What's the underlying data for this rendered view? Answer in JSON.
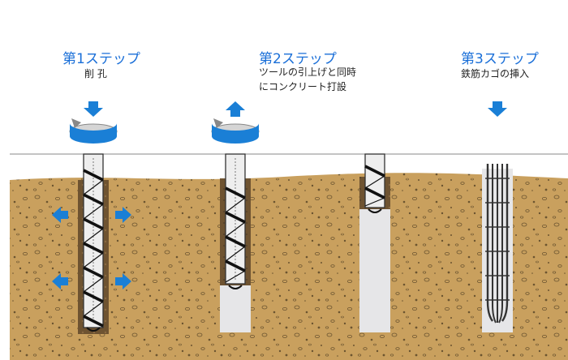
{
  "steps": [
    {
      "title": "第1ステップ",
      "description": [
        "削 孔"
      ]
    },
    {
      "title": "第2ステップ",
      "description": [
        "ツールの引上げと同時",
        "にコンクリート打設"
      ]
    },
    {
      "title": "第3ステップ",
      "description": [
        "鉄筋カゴの挿入"
      ]
    }
  ],
  "colors": {
    "title": "#1a6fd8",
    "arrow": "#1a7fd6",
    "soil": "#c9a05e",
    "hole": "#6e5331",
    "concrete": "#e6e6e8",
    "rebar": "#333333",
    "ground_line": "#888888"
  },
  "icons": [
    "rotation-icon",
    "arrow-down-icon",
    "arrow-up-icon",
    "arrow-left-icon",
    "arrow-right-icon",
    "auger-icon",
    "rebar-cage-icon"
  ]
}
